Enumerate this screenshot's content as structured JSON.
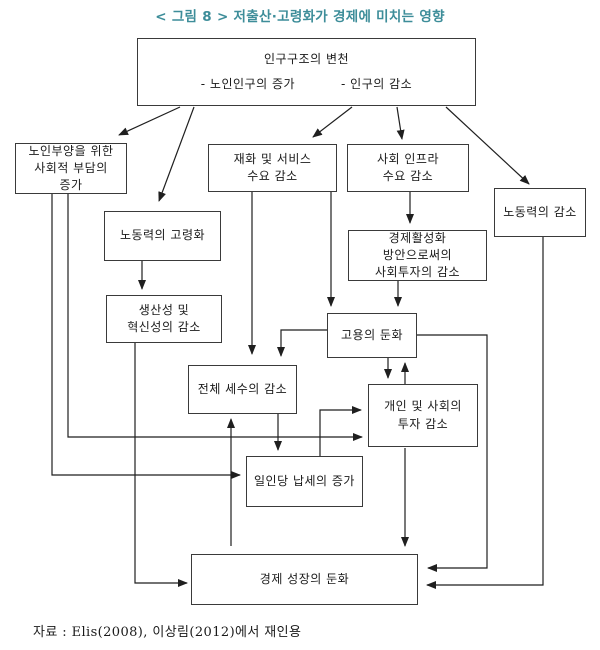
{
  "figure": {
    "caption": "< 그림 8 > 저출산·고령화가 경제에 미치는 영향",
    "caption_color": "#3d8d99",
    "source": "자료 : Elis(2008), 이상림(2012)에서 재인용"
  },
  "colors": {
    "caption_text": "#3d8d99",
    "box_border": "#3a3a3a",
    "connector_line": "#1f1f1f",
    "background": "#ffffff"
  },
  "nodes": {
    "population_structure_change": {
      "title": "인구구조의 변천",
      "bullet_left": "- 노인인구의 증가",
      "bullet_right": "- 인구의 감소"
    },
    "elderly_support_burden": {
      "label": "노인부양을 위한\n사회적 부담의\n증가"
    },
    "goods_services_demand_decrease": {
      "label": "재화 및 서비스\n수요 감소"
    },
    "social_infra_demand_decrease": {
      "label": "사회 인프라\n수요 감소"
    },
    "labor_force_decrease": {
      "label": "노동력의 감소"
    },
    "labor_force_aging": {
      "label": "노동력의 고령화"
    },
    "social_investment_decrease": {
      "label": "경제활성화\n방안으로써의\n사회투자의 감소"
    },
    "productivity_innovation_decrease": {
      "label": "생산성 및\n혁신성의 감소"
    },
    "employment_slowdown": {
      "label": "고용의 둔화"
    },
    "total_tax_revenue_decrease": {
      "label": "전체 세수의 감소"
    },
    "private_social_investment_decrease": {
      "label": "개인 및 사회의\n투자 감소"
    },
    "per_capita_tax_increase": {
      "label": "일인당 납세의 증가"
    },
    "economic_growth_slowdown": {
      "label": "경제 성장의 둔화"
    }
  },
  "edges": [
    {
      "from": "population_structure_change",
      "to": "elderly_support_burden"
    },
    {
      "from": "population_structure_change",
      "to": "labor_force_aging"
    },
    {
      "from": "population_structure_change",
      "to": "goods_services_demand_decrease"
    },
    {
      "from": "population_structure_change",
      "to": "social_infra_demand_decrease"
    },
    {
      "from": "population_structure_change",
      "to": "labor_force_decrease"
    },
    {
      "from": "elderly_support_burden",
      "to": "per_capita_tax_increase"
    },
    {
      "from": "elderly_support_burden",
      "to": "private_social_investment_decrease"
    },
    {
      "from": "labor_force_aging",
      "to": "productivity_innovation_decrease"
    },
    {
      "from": "productivity_innovation_decrease",
      "to": "economic_growth_slowdown"
    },
    {
      "from": "goods_services_demand_decrease",
      "to": "total_tax_revenue_decrease"
    },
    {
      "from": "goods_services_demand_decrease",
      "to": "employment_slowdown"
    },
    {
      "from": "social_infra_demand_decrease",
      "to": "social_investment_decrease"
    },
    {
      "from": "social_investment_decrease",
      "to": "employment_slowdown"
    },
    {
      "from": "employment_slowdown",
      "to": "total_tax_revenue_decrease"
    },
    {
      "from": "employment_slowdown",
      "to": "private_social_investment_decrease"
    },
    {
      "from": "private_social_investment_decrease",
      "to": "employment_slowdown"
    },
    {
      "from": "employment_slowdown",
      "to": "economic_growth_slowdown"
    },
    {
      "from": "labor_force_decrease",
      "to": "economic_growth_slowdown"
    },
    {
      "from": "total_tax_revenue_decrease",
      "to": "per_capita_tax_increase"
    },
    {
      "from": "economic_growth_slowdown",
      "to": "total_tax_revenue_decrease"
    },
    {
      "from": "per_capita_tax_increase",
      "to": "private_social_investment_decrease"
    },
    {
      "from": "private_social_investment_decrease",
      "to": "economic_growth_slowdown"
    }
  ]
}
